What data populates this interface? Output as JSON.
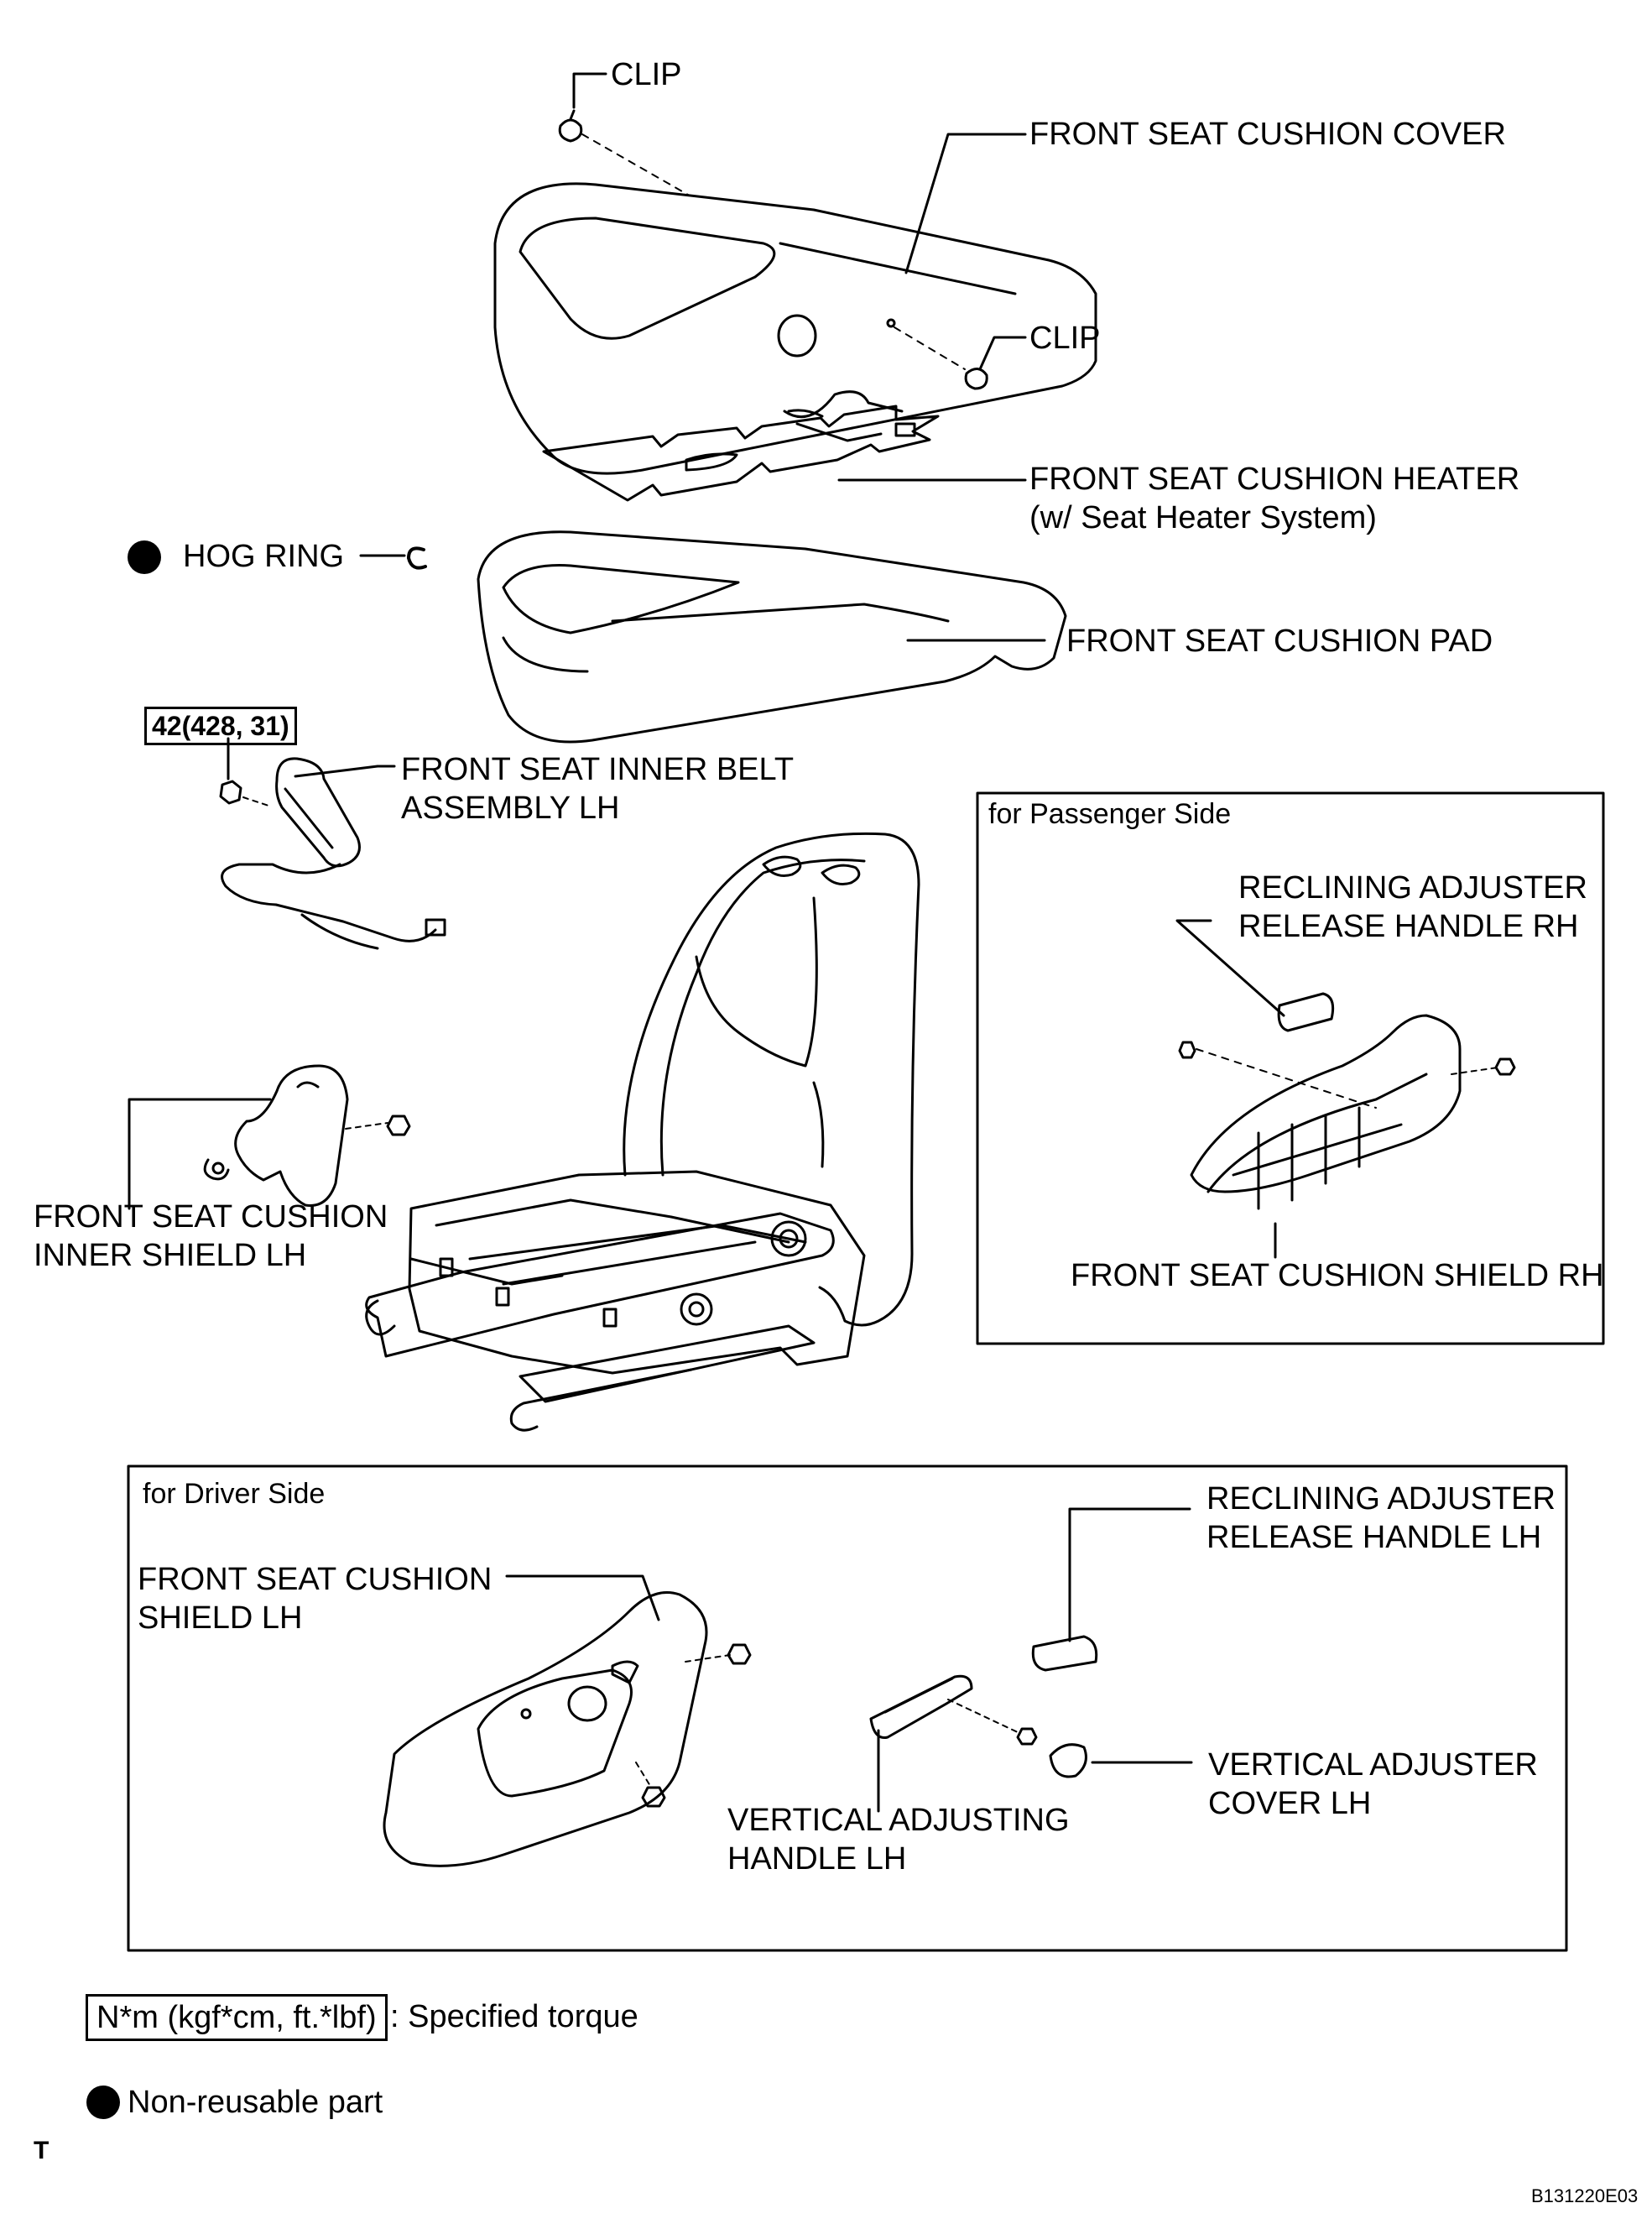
{
  "labels": {
    "clip_top": "CLIP",
    "cushion_cover": "FRONT SEAT CUSHION COVER",
    "clip_right": "CLIP",
    "heater_line1": "FRONT SEAT CUSHION HEATER",
    "heater_line2": "(w/ Seat Heater System)",
    "hog_ring": "HOG RING",
    "cushion_pad": "FRONT SEAT CUSHION PAD",
    "torque_value": "42(428, 31)",
    "inner_belt_line1": "FRONT SEAT INNER BELT",
    "inner_belt_line2": "ASSEMBLY LH",
    "inner_shield_line1": "FRONT SEAT CUSHION",
    "inner_shield_line2": "INNER SHIELD LH"
  },
  "passenger_box": {
    "title": "for Passenger Side",
    "recline_rh_line1": "RECLINING ADJUSTER",
    "recline_rh_line2": "RELEASE HANDLE RH",
    "shield_rh": "FRONT SEAT CUSHION SHIELD RH"
  },
  "driver_box": {
    "title": "for Driver Side",
    "recline_lh_line1": "RECLINING ADJUSTER",
    "recline_lh_line2": "RELEASE HANDLE LH",
    "shield_lh_line1": "FRONT SEAT CUSHION",
    "shield_lh_line2": "SHIELD LH",
    "vert_cover_line1": "VERTICAL ADJUSTER",
    "vert_cover_line2": "COVER LH",
    "vert_handle_line1": "VERTICAL ADJUSTING",
    "vert_handle_line2": "HANDLE LH"
  },
  "legend": {
    "torque_unit": "N*m (kgf*cm, ft.*lbf)",
    "torque_desc": ": Specified torque",
    "nonreusable": "Non-reusable part"
  },
  "footer": {
    "corner_mark": "T",
    "figure_id": "B131220E03"
  }
}
